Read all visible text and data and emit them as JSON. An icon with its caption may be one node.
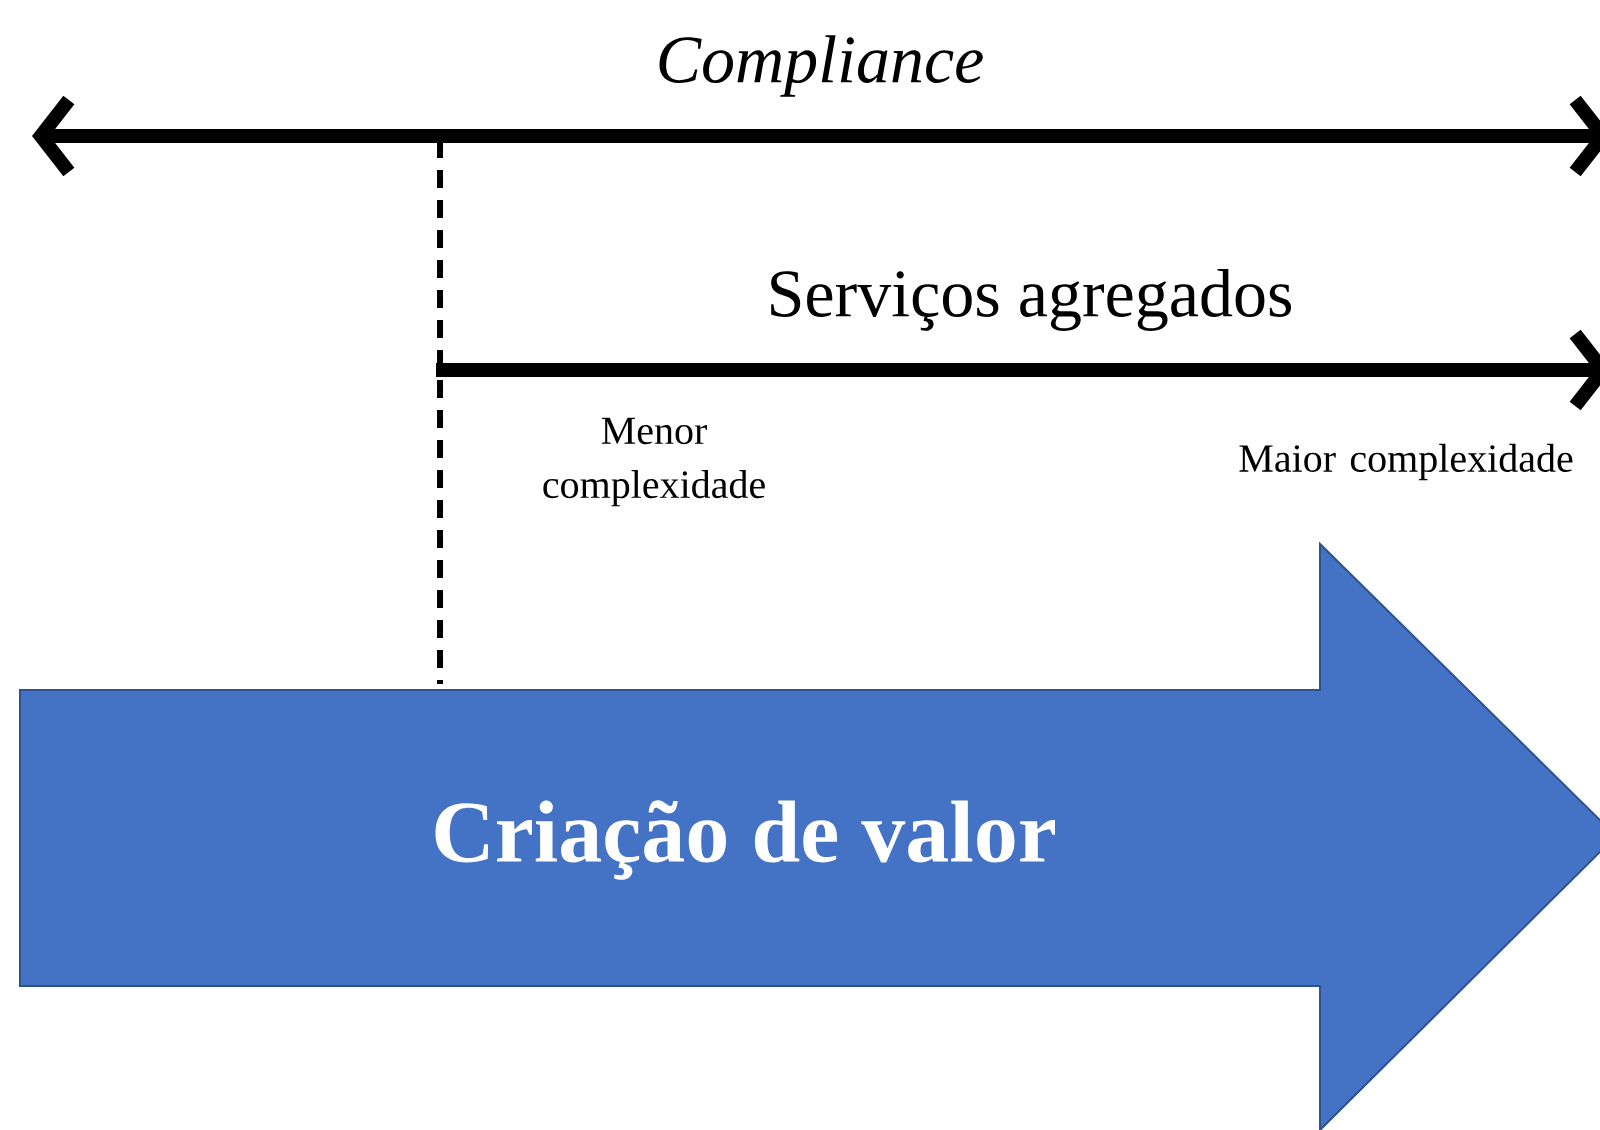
{
  "diagram": {
    "nodes": [
      {
        "text": [
          "Criação de valor"
        ]
      }
    ],
    "labels": [
      "*Compliance*",
      "Serviços agregados",
      "Menor complexidade",
      "Maior complexidade"
    ]
  }
}
